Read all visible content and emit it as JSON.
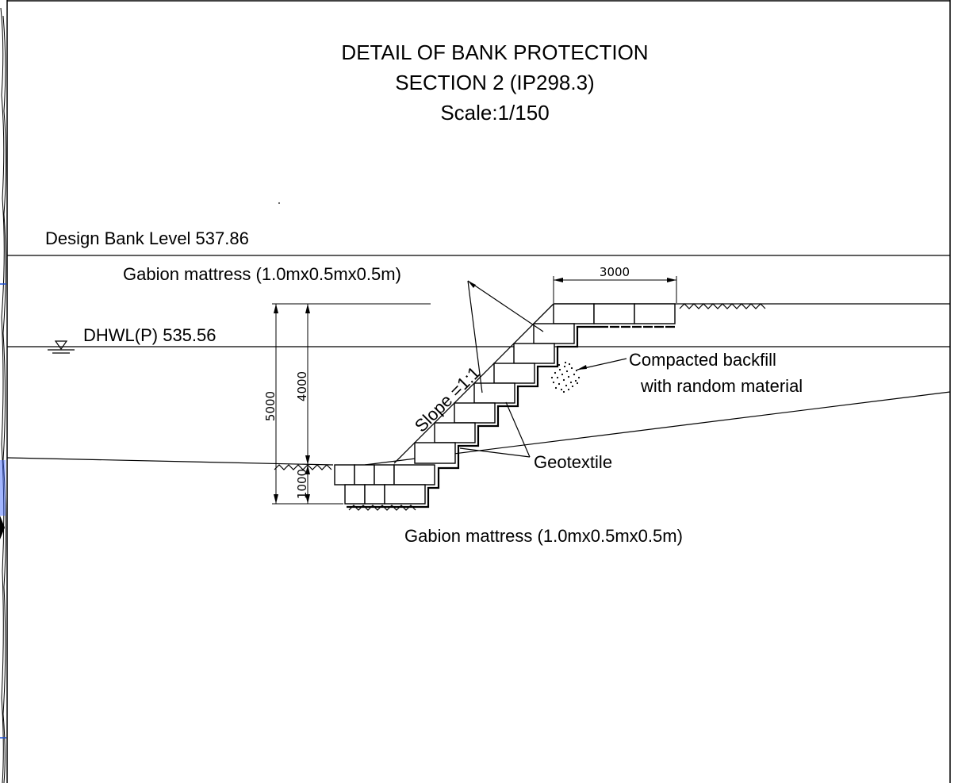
{
  "title": {
    "line1": "DETAIL OF BANK PROTECTION",
    "line2": "SECTION 2 (IP298.3)",
    "line3": "Scale:1/150"
  },
  "levels": {
    "design_bank": "Design Bank Level 537.86",
    "dhwl": "DHWL(P) 535.56"
  },
  "labels": {
    "gabion_top": "Gabion mattress (1.0mx0.5mx0.5m)",
    "gabion_bottom": "Gabion mattress (1.0mx0.5mx0.5m)",
    "backfill_line1": "Compacted backfill",
    "backfill_line2": "with random material",
    "geotextile": "Geotextile",
    "slope": "Slope =1:1"
  },
  "dimensions": {
    "crest_width": "3000",
    "total_height": "5000",
    "wall_height": "4000",
    "foundation_depth": "1000"
  },
  "colors": {
    "line": "#000000",
    "background": "#ffffff",
    "accent_blue": "#1a4fd6"
  }
}
